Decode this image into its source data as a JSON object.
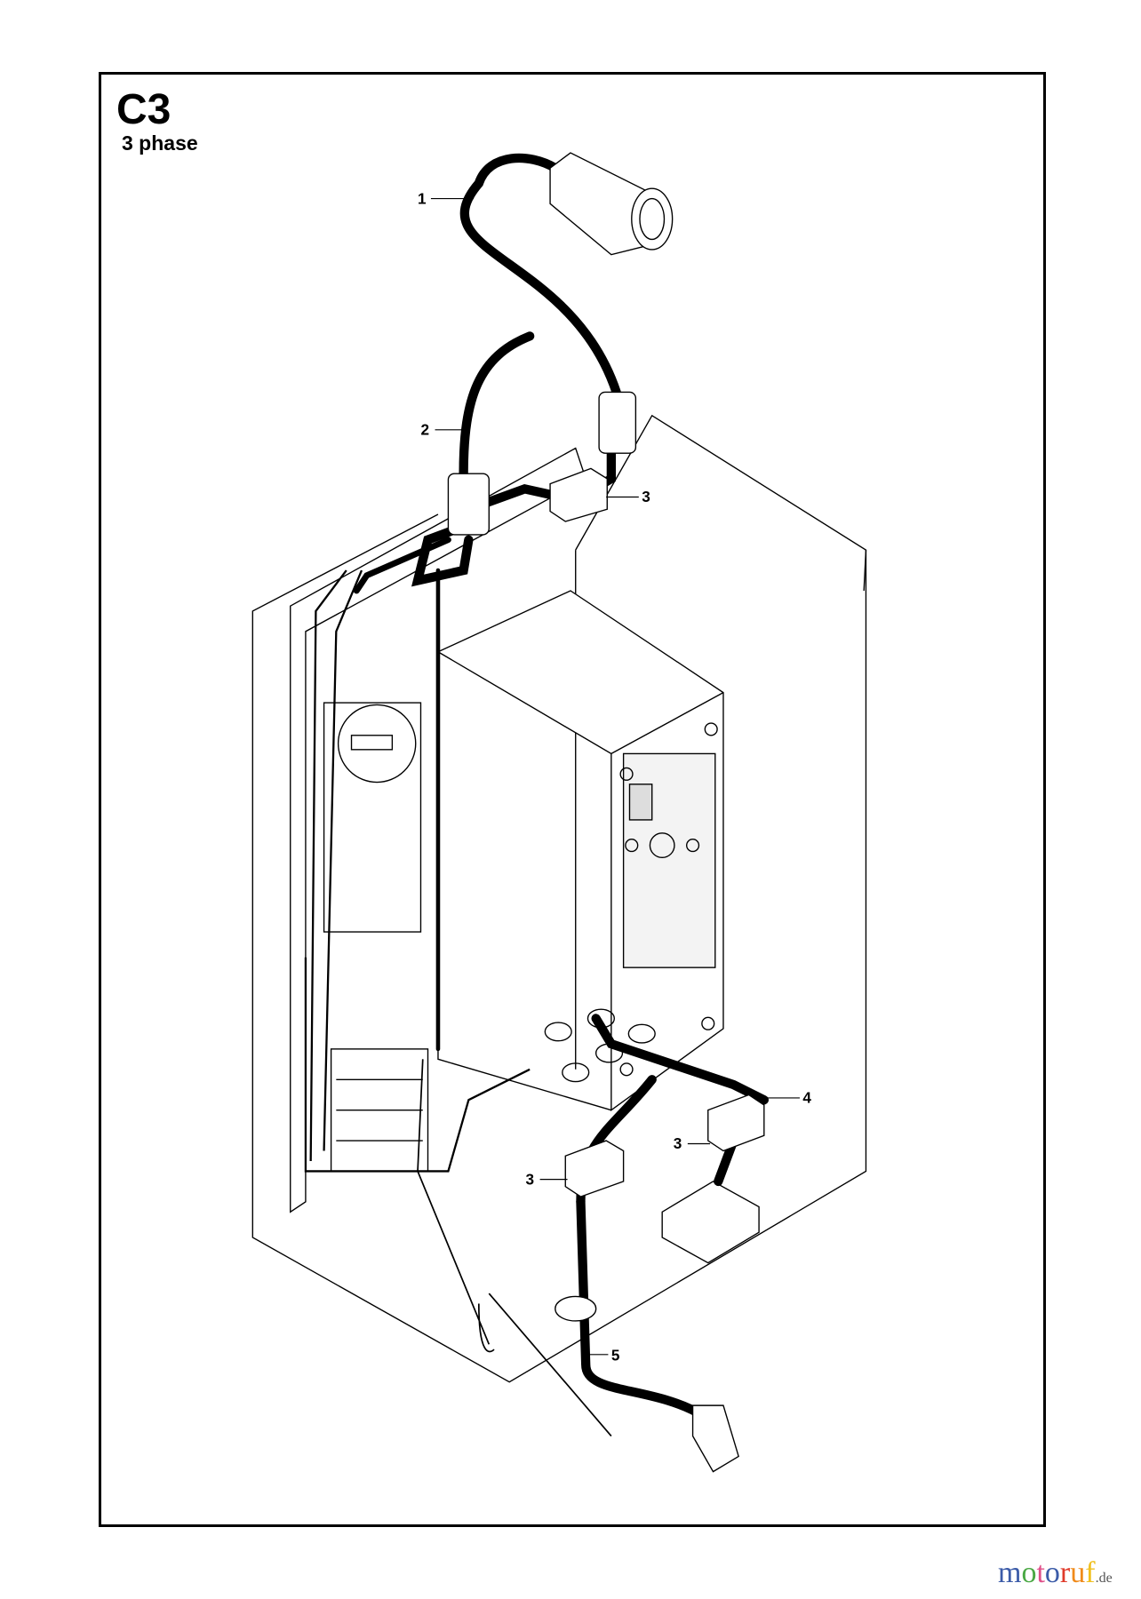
{
  "title": "C3",
  "subtitle": "3 phase",
  "callouts": [
    "1",
    "2",
    "3",
    "4",
    "3",
    "3",
    "5"
  ],
  "watermark": {
    "text": "motoruf",
    "suffix": ".de",
    "colors": [
      "#3b5ba8",
      "#4aa844",
      "#e0508a",
      "#3b5ba8",
      "#e03a2a",
      "#f08a1a",
      "#f0c020"
    ]
  }
}
